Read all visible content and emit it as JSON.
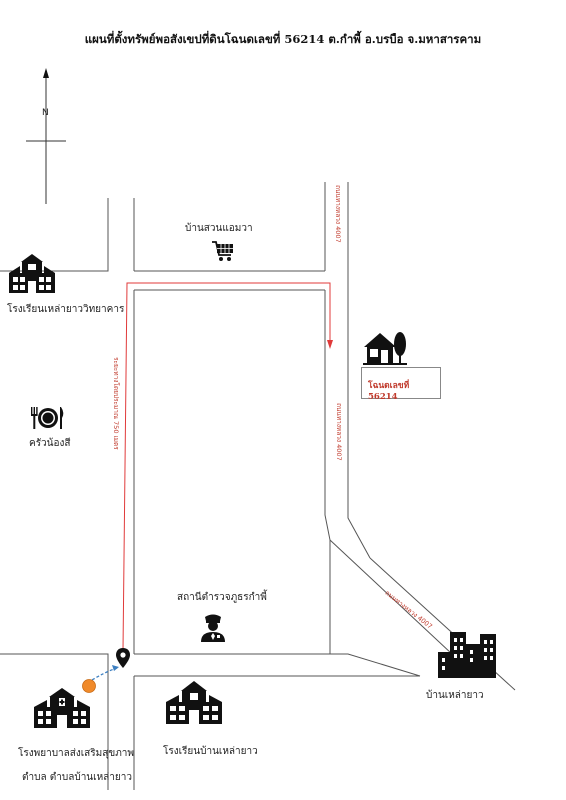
{
  "title": "แผนที่ตั้งทรัพย์พอสังเขปที่ดินโฉนดเลขที่ 56214 ต.กำพี้ อ.บรบือ จ.มหาสารคาม",
  "compass": {
    "north_label": "N"
  },
  "plot": {
    "label": "โฉนดเลขที่ 56214"
  },
  "roads": {
    "road_top": "ถนนทางหลวง 4007",
    "road_middle": "ถนนทางหลวง 4007",
    "road_diagonal": "ถนนทางหลวง 4007",
    "route_distance": "ระยะทางโดยประมาณ 750 เมตร"
  },
  "places": {
    "ban_suan_aemwa": "บ้านสวนแอมวา",
    "school_vitthayakhan": "โรงเรียนเหล่ายาววิทยาคาร",
    "restaurant": "ครัวน้องสี",
    "police_station": "สถานีตำรวจภูธรกำพี้",
    "village": "บ้านเหล่ายาว",
    "hospital_line1": "โรงพยาบาลส่งเสริมสุขภาพ",
    "hospital_line2": "ตำบล ตำบลบ้านเหล่ายาว",
    "school_ban": "โรงเรียนบ้านเหล่ายาว"
  },
  "colors": {
    "route": "#e03a3a",
    "road": "#555555",
    "pin": "#111111",
    "arrow_blue": "#3d7fc1",
    "dot_orange": "#f08a2a"
  },
  "icons": [
    "school-icon",
    "restaurant-icon",
    "shopping-cart-icon",
    "police-icon",
    "house-tree-icon",
    "buildings-icon",
    "hospital-icon",
    "location-pin-icon"
  ]
}
